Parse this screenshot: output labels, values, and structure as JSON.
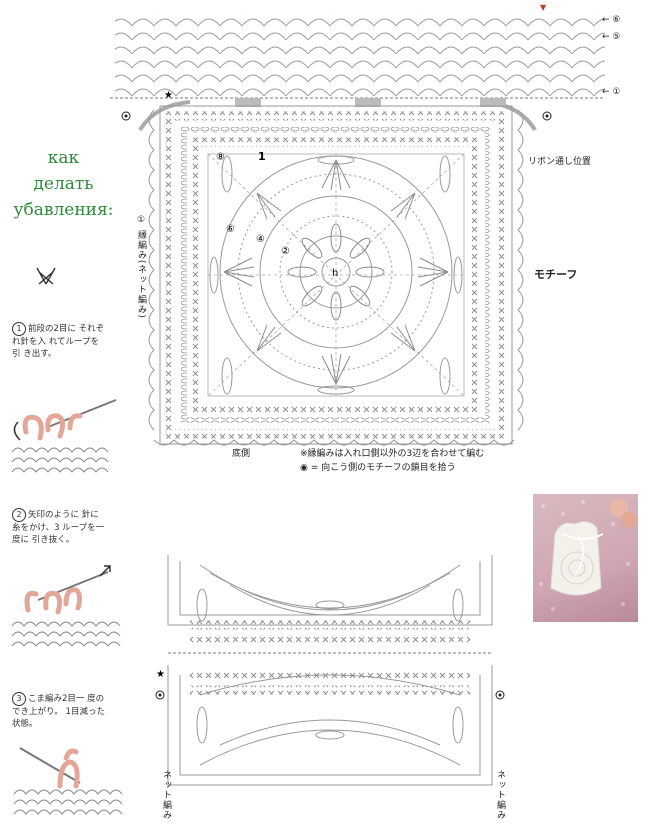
{
  "title_lines": [
    "как",
    "делать",
    "убавления:"
  ],
  "round_markers": [
    {
      "label": "⑥"
    },
    {
      "label": "⑤"
    },
    {
      "label": "①"
    }
  ],
  "labels": {
    "ribbon": "リボン通し位置",
    "motif": "モチーフ",
    "bottom": "底側",
    "net_top": "① 縁編み(ネット編み)",
    "note_join": "※縁編みは入れ口側以外の3辺を合わせて編む",
    "note_pick": "◉ = 向こう側のモチーフの鎖目を拾う",
    "net_left": "ネット編み",
    "net_right": "ネット編み",
    "motif_round_8": "⑧",
    "motif_round_1": "1",
    "motif_round_6": "⑥",
    "motif_round_4": "④",
    "motif_round_2": "②",
    "motif_center": "h"
  },
  "decrease_symbol": "✕",
  "steps": [
    {
      "num": "1",
      "text": "前段の2目に それぞれ針を入 れてループを引 き出す。"
    },
    {
      "num": "2",
      "text": "矢印のように 針に糸をかけ、3 ループを一度に 引き抜く。"
    },
    {
      "num": "3",
      "text": "こま編み2目一 度のでき上がり。 1目減った状態。"
    }
  ],
  "colors": {
    "title_green": "#2f8a3a",
    "stitch_gray": "#9a9a9a",
    "yarn_pink": "#e3a79a",
    "photo_bg": "#cfa6b2"
  }
}
